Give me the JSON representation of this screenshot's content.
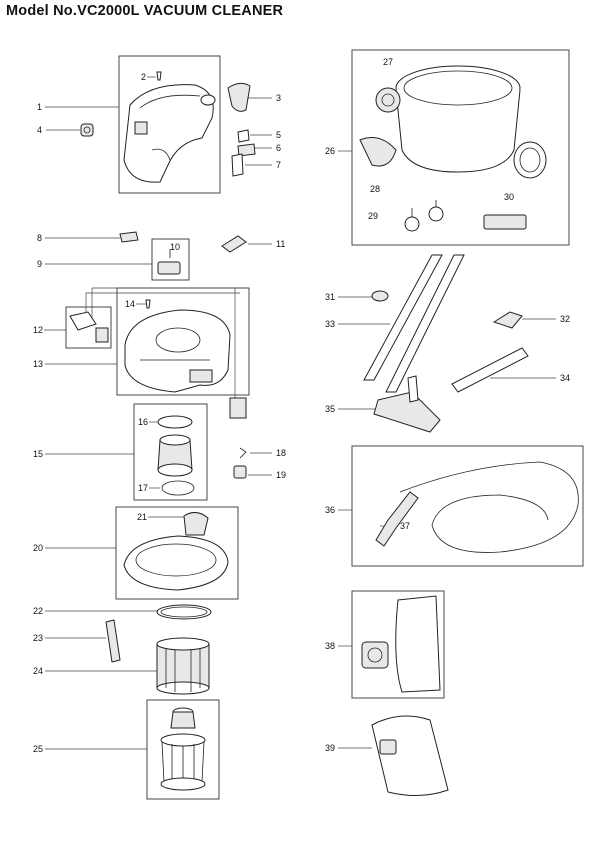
{
  "title": "Model No.VC2000L  VACUUM CLEANER",
  "callouts": [
    "1",
    "2",
    "3",
    "4",
    "5",
    "6",
    "7",
    "8",
    "9",
    "10",
    "11",
    "12",
    "13",
    "14",
    "15",
    "16",
    "17",
    "18",
    "19",
    "20",
    "21",
    "22",
    "23",
    "24",
    "25",
    "26",
    "27",
    "28",
    "29",
    "30",
    "31",
    "32",
    "33",
    "34",
    "35",
    "36",
    "37",
    "38",
    "39"
  ]
}
